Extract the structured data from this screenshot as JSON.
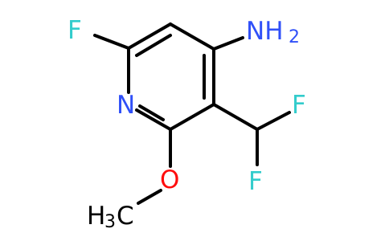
{
  "molecule": {
    "atoms": {
      "f_top_left": "F",
      "n_ring": "N",
      "nh2_n": "NH",
      "nh2_sub": "2",
      "f_right": "F",
      "f_bottom": "F",
      "o": "O",
      "ch3_h": "H",
      "ch3_sub": "3",
      "ch3_c": "C"
    },
    "colors": {
      "carbon": "#000000",
      "fluorine": "#33cccc",
      "nitrogen": "#3050f8",
      "oxygen": "#ff0d0d"
    }
  }
}
